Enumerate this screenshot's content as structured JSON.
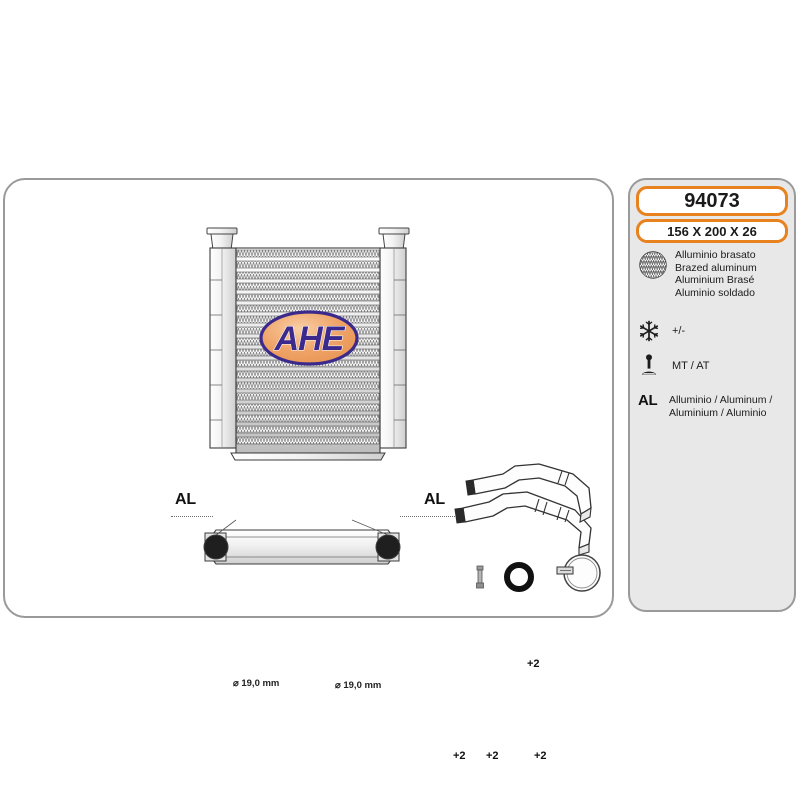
{
  "product": {
    "part_number": "94073",
    "dimensions": "156 X 200 X 26",
    "brand": "AHE"
  },
  "spec_panel": {
    "material": {
      "icon": "hatched-circle-icon",
      "text": "Alluminio brasato\nBrazed aluminum\nAluminium Brasé\nAluminio soldado"
    },
    "air_conditioning": {
      "icon": "snowflake-icon",
      "value": "+/-"
    },
    "transmission": {
      "icon": "gear-shifter-icon",
      "value": "MT / AT"
    },
    "alloy": {
      "code": "AL",
      "text": "Alluminio  / Aluminum /\nAluminium / Aluminio"
    }
  },
  "drawing": {
    "al_label_left": "AL",
    "al_label_right": "AL",
    "port_diameter_left": "⌀ 19,0 mm",
    "port_diameter_right": "⌀ 19,0 mm"
  },
  "accessories": {
    "hoses_qty": "+2",
    "bolt_qty": "+2",
    "gasket_qty": "+2",
    "clamp_qty": "+2"
  },
  "colors": {
    "accent_orange": "#e8821e",
    "panel_gray": "#e8e8e8",
    "border_gray": "#9a9a9a",
    "logo_purple": "#3b2a8c",
    "logo_orange": "#f0a868"
  }
}
